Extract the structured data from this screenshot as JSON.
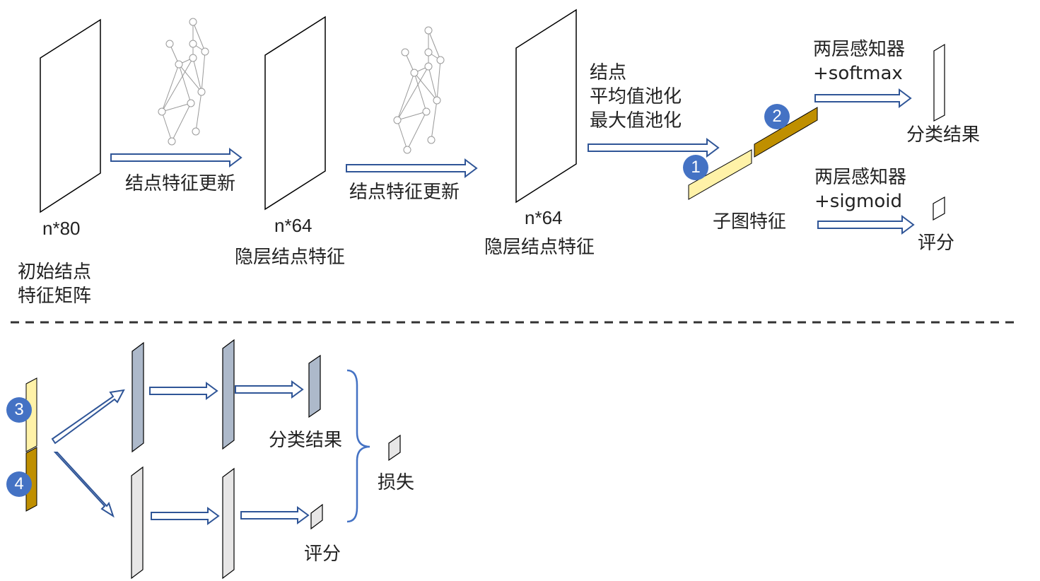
{
  "top": {
    "dims": {
      "input": "n*80",
      "hidden1": "n*64",
      "hidden2": "n*64"
    },
    "labels": {
      "input_matrix": "初始结点\n特征矩阵",
      "update1": "结点特征更新",
      "update2": "结点特征更新",
      "hidden1": "隐层结点特征",
      "hidden2": "隐层结点特征",
      "pooling": "结点\n平均值池化\n最大值池化",
      "subgraph_feature": "子图特征",
      "mlp_softmax": "两层感知器\n+softmax",
      "mlp_sigmoid": "两层感知器\n+sigmoid",
      "class_result": "分类结果",
      "score": "评分"
    },
    "badges": {
      "one": "1",
      "two": "2"
    }
  },
  "bottom": {
    "badges": {
      "three": "3",
      "four": "4"
    },
    "labels": {
      "class_result": "分类结果",
      "score": "评分",
      "loss": "损失"
    }
  },
  "colors": {
    "arrow": "#2F5597",
    "badge": "#4472C4",
    "segment_light": "#FFF2A8",
    "segment_dark": "#BF8F00",
    "blue_gray": "#ADB9CA",
    "light_gray": "#E7E6E6",
    "divider": "#333333"
  },
  "icons": {
    "graph": "network-graph-icon"
  }
}
